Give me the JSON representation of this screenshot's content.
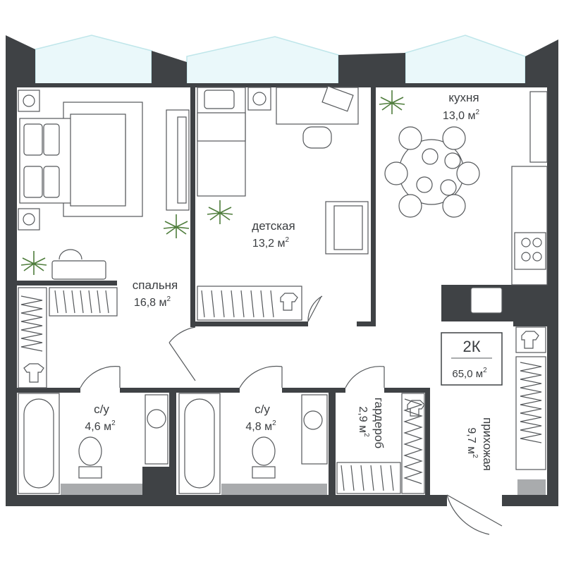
{
  "plan": {
    "type_badge": {
      "rooms": "2К",
      "total_area": "65,0 м",
      "total_area_sup": "2"
    },
    "rooms": [
      {
        "id": "kitchen",
        "name": "кухня",
        "area": "13,0 м",
        "sup": "2"
      },
      {
        "id": "kids",
        "name": "детская",
        "area": "13,2 м",
        "sup": "2"
      },
      {
        "id": "bedroom",
        "name": "спальня",
        "area": "16,8 м",
        "sup": "2"
      },
      {
        "id": "bath1",
        "name": "с/у",
        "area": "4,6 м",
        "sup": "2"
      },
      {
        "id": "bath2",
        "name": "с/у",
        "area": "4,8 м",
        "sup": "2"
      },
      {
        "id": "wardrobe",
        "name": "гардероб",
        "area": "2,9 м",
        "sup": "2"
      },
      {
        "id": "hall",
        "name": "прихожая",
        "area": "9,7 м",
        "sup": "2"
      }
    ],
    "colors": {
      "wall": "#3f4245",
      "window": "#eaf8fa",
      "accent_grey": "#a9abad",
      "plant": "#4f7d3c"
    }
  }
}
